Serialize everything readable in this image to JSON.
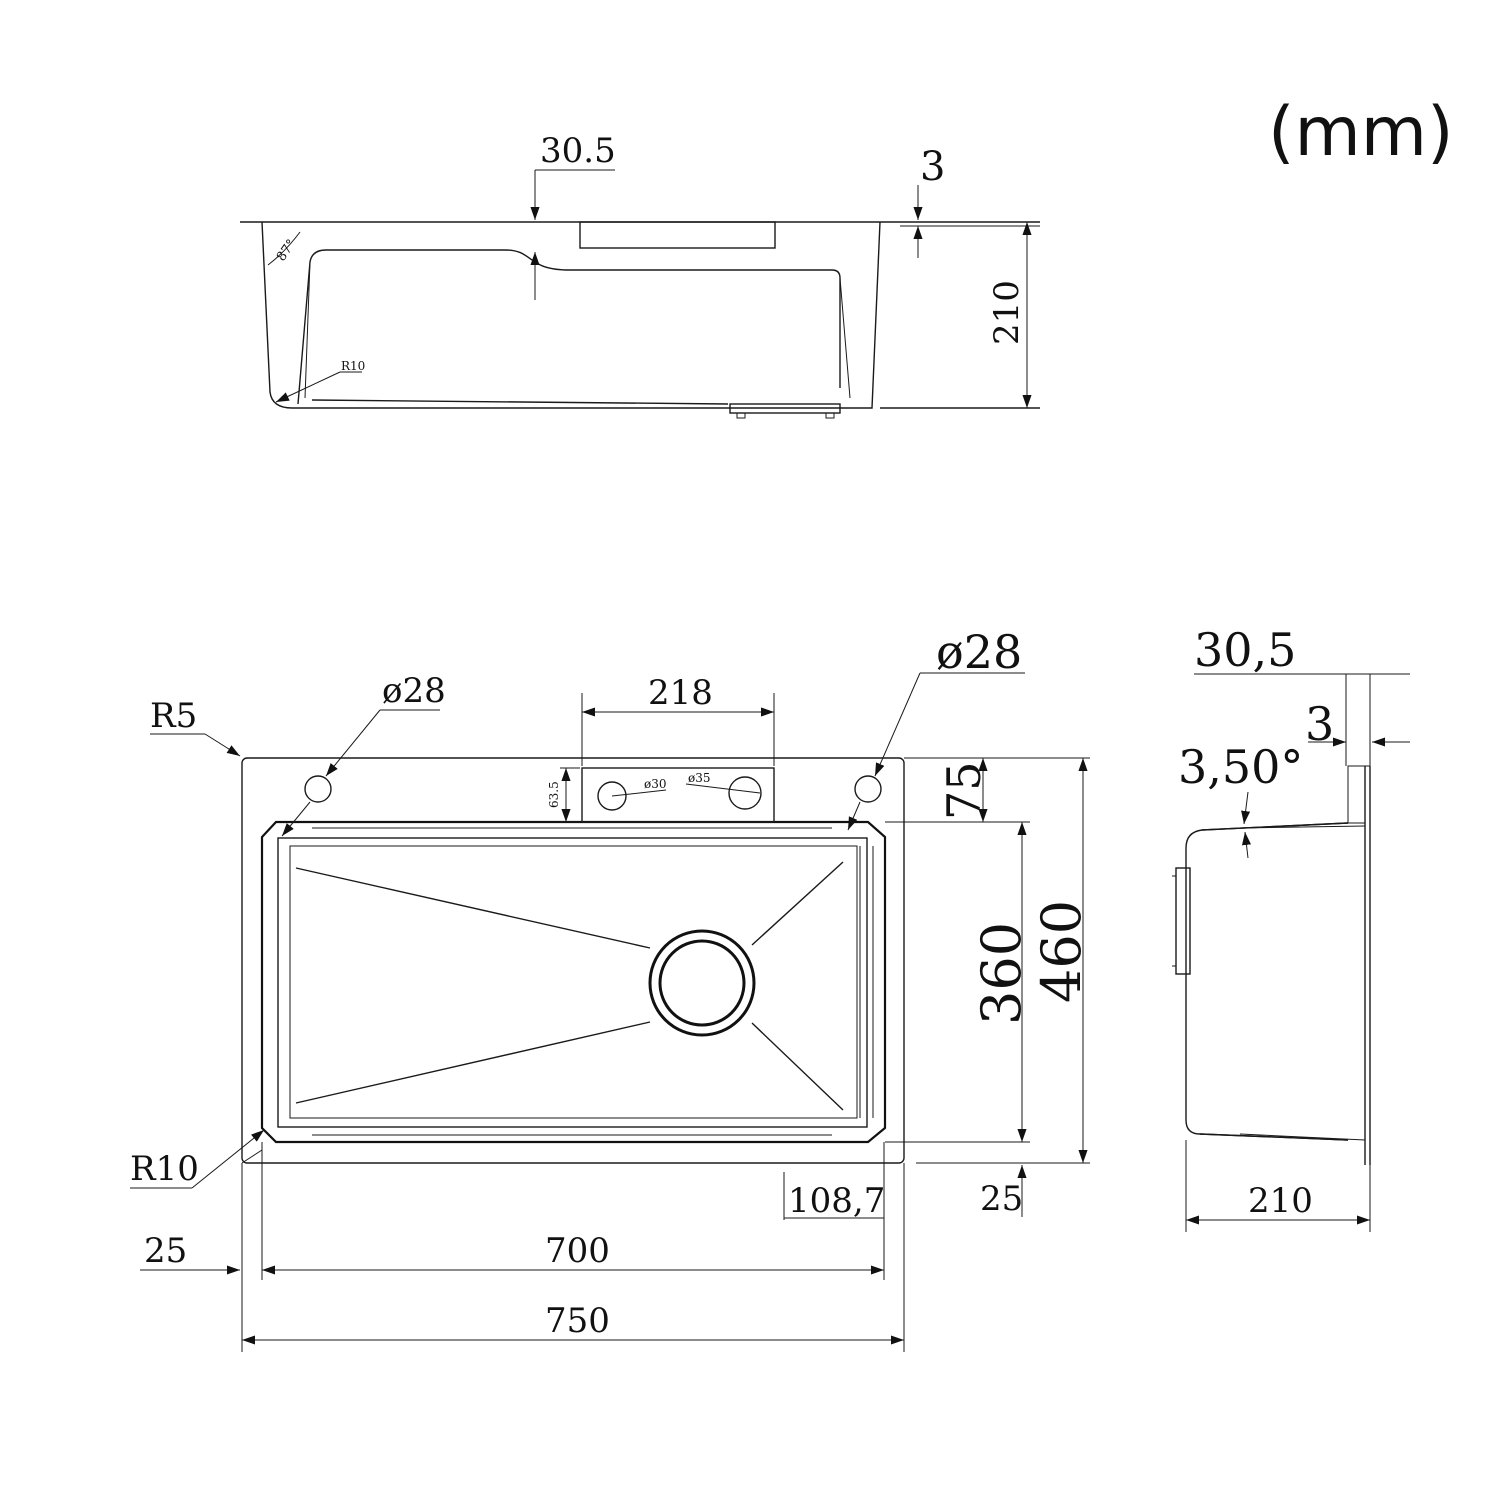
{
  "drawing": {
    "unit_label": "(mm)",
    "front_view": {
      "top_thickness": "30.5",
      "flange": "3",
      "depth": "210",
      "wall_angle": "87°",
      "corner_radius": "R10"
    },
    "top_view": {
      "corner_r5": "R5",
      "corner_r10": "R10",
      "hole_left": "ø28",
      "hole_right": "ø28",
      "deck_width": "218",
      "deck_height": "63.5",
      "hole_30": "ø30",
      "hole_35": "ø35",
      "edge_75": "75",
      "bowl_depth": "360",
      "overall_depth": "460",
      "drain_offset": "108,7",
      "bottom_margin": "25",
      "left_margin": "25",
      "bowl_width": "700",
      "overall_width": "750"
    },
    "side_view": {
      "thickness": "30,5",
      "flange": "3",
      "slope": "3,50°",
      "depth": "210"
    }
  }
}
